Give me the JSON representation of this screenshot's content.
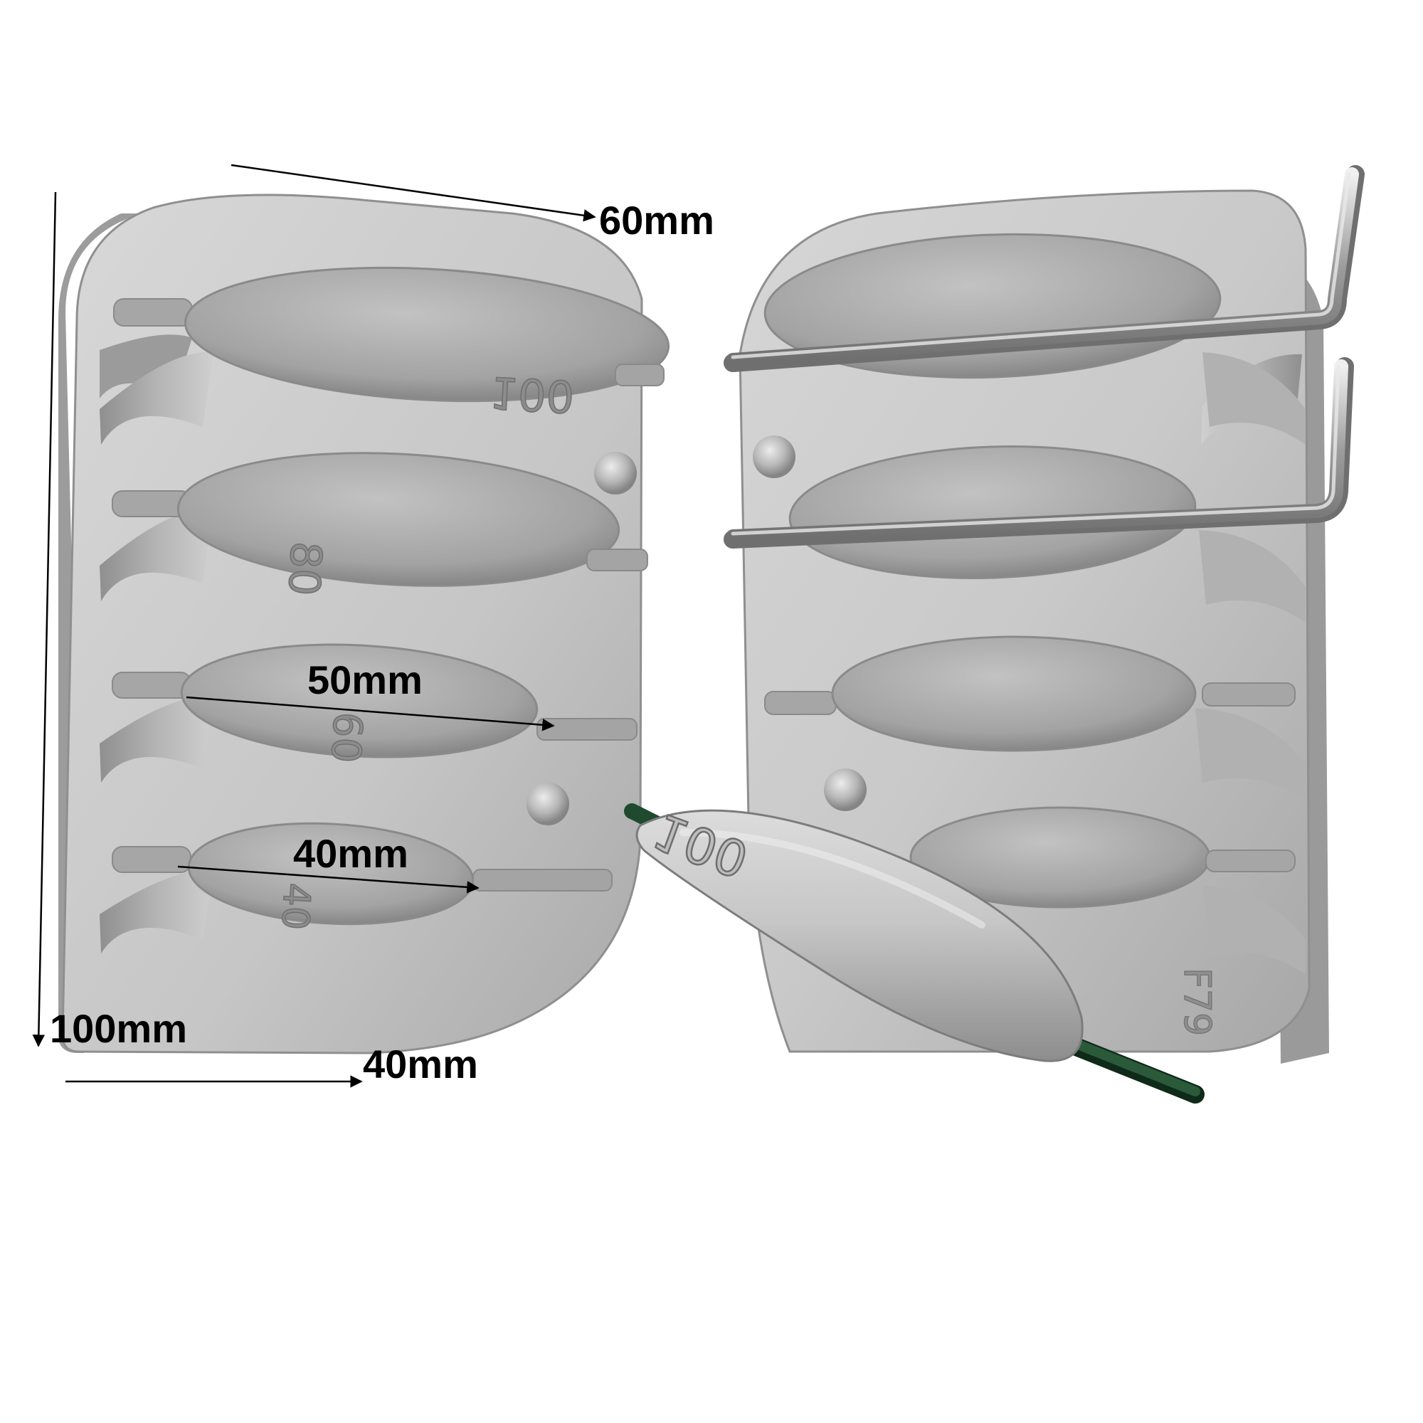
{
  "photo": {
    "subject": "fishing sinker mould",
    "colors": {
      "metal_light": "#d4d4d4",
      "metal_mid": "#b3b3b3",
      "metal_dark": "#8e8e8e",
      "cavity": "#a4a4a4",
      "rod": "#9a9a9a",
      "rod_highlight": "#e6e6e6",
      "wire_green": "#1f4a2e",
      "arrow": "#000000"
    }
  },
  "dimensions": {
    "top_width": "60mm",
    "large_cavity_length": "50mm",
    "small_cavity_length": "40mm",
    "height": "100mm",
    "bottom_width": "40mm"
  },
  "engravings": {
    "cavity_1": "100",
    "cavity_2": "80",
    "cavity_3": "60",
    "cavity_4": "40",
    "sinker": "100",
    "mould_code": "F79"
  }
}
